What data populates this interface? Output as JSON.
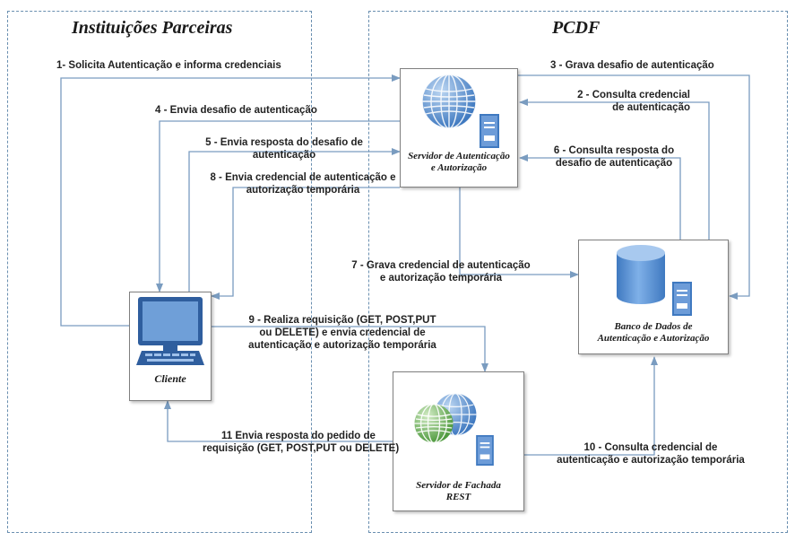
{
  "regions": {
    "left_title": "Instituições Parceiras",
    "right_title": "PCDF"
  },
  "nodes": {
    "auth_server": {
      "line1": "Servidor de Autenticação",
      "line2": "e Autorização"
    },
    "client": {
      "label": "Cliente"
    },
    "database": {
      "line1": "Banco de Dados de",
      "line2": "Autenticação e Autorização"
    },
    "rest_server": {
      "line1": "Servidor de Fachada",
      "line2": "REST"
    }
  },
  "steps": {
    "s1": "1- Solicita Autenticação e informa credenciais",
    "s2_a": "2 - Consulta credencial",
    "s2_b": "de autenticação",
    "s3": "3  - Grava desafio de autenticação",
    "s4": "4 - Envia desafio de autenticação",
    "s5_a": "5  - Envia resposta do desafio de",
    "s5_b": "autenticação",
    "s6_a": "6  - Consulta resposta do",
    "s6_b": "desafio  de autenticação",
    "s7_a": "7     - Grava  credencial de autenticação",
    "s7_b": "e autorização temporária",
    "s8_a": "8  - Envia credencial de autenticação e",
    "s8_b": "autorização temporária",
    "s9_a": "9  - Realiza requisição (GET, POST,PUT",
    "s9_b": "ou DELETE) e envia credencial de",
    "s9_c": "autenticação e autorização temporária",
    "s10_a": "10  - Consulta credencial de",
    "s10_b": "autenticação e autorização temporária",
    "s11_a": "11  Envia resposta do pedido de",
    "s11_b": "requisição (GET, POST,PUT ou DELETE)"
  },
  "icons": {
    "globe": "globe-icon",
    "server": "server-icon",
    "monitor": "monitor-icon",
    "database": "database-icon"
  },
  "colors": {
    "arrow": "#7a9cc0",
    "globe_blue": "#4a86c8",
    "globe_green": "#5aa84a",
    "server_blue": "#3f79c0",
    "monitor_blue": "#2f5e9e"
  }
}
